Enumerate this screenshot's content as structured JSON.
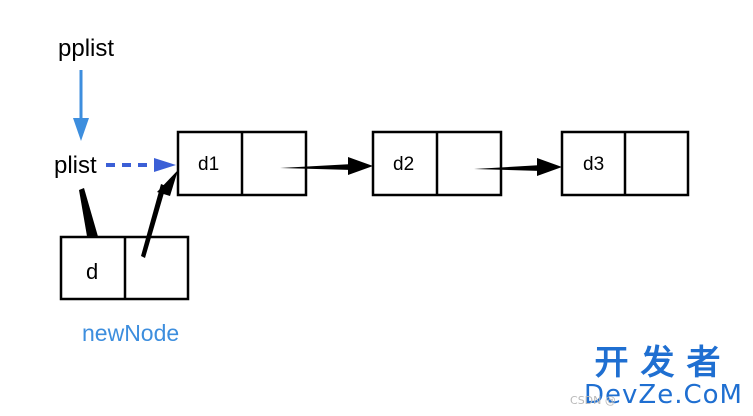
{
  "labels": {
    "pplist": "pplist",
    "plist": "plist",
    "newnode": "newNode"
  },
  "nodes": [
    {
      "id": "d1",
      "data": "d1"
    },
    {
      "id": "d2",
      "data": "d2"
    },
    {
      "id": "d3",
      "data": "d3"
    },
    {
      "id": "newNode",
      "data": "d"
    }
  ],
  "watermark": {
    "chinese": "开发者",
    "latin": "DevZe.CoM",
    "faint": "CSDN @"
  },
  "colors": {
    "pointer_blue": "#3d8ede",
    "dashed_arrow": "#3b5fd6",
    "label_blue": "#3d8ede",
    "arrow_black": "#000000",
    "watermark": "#1f6fd1"
  }
}
